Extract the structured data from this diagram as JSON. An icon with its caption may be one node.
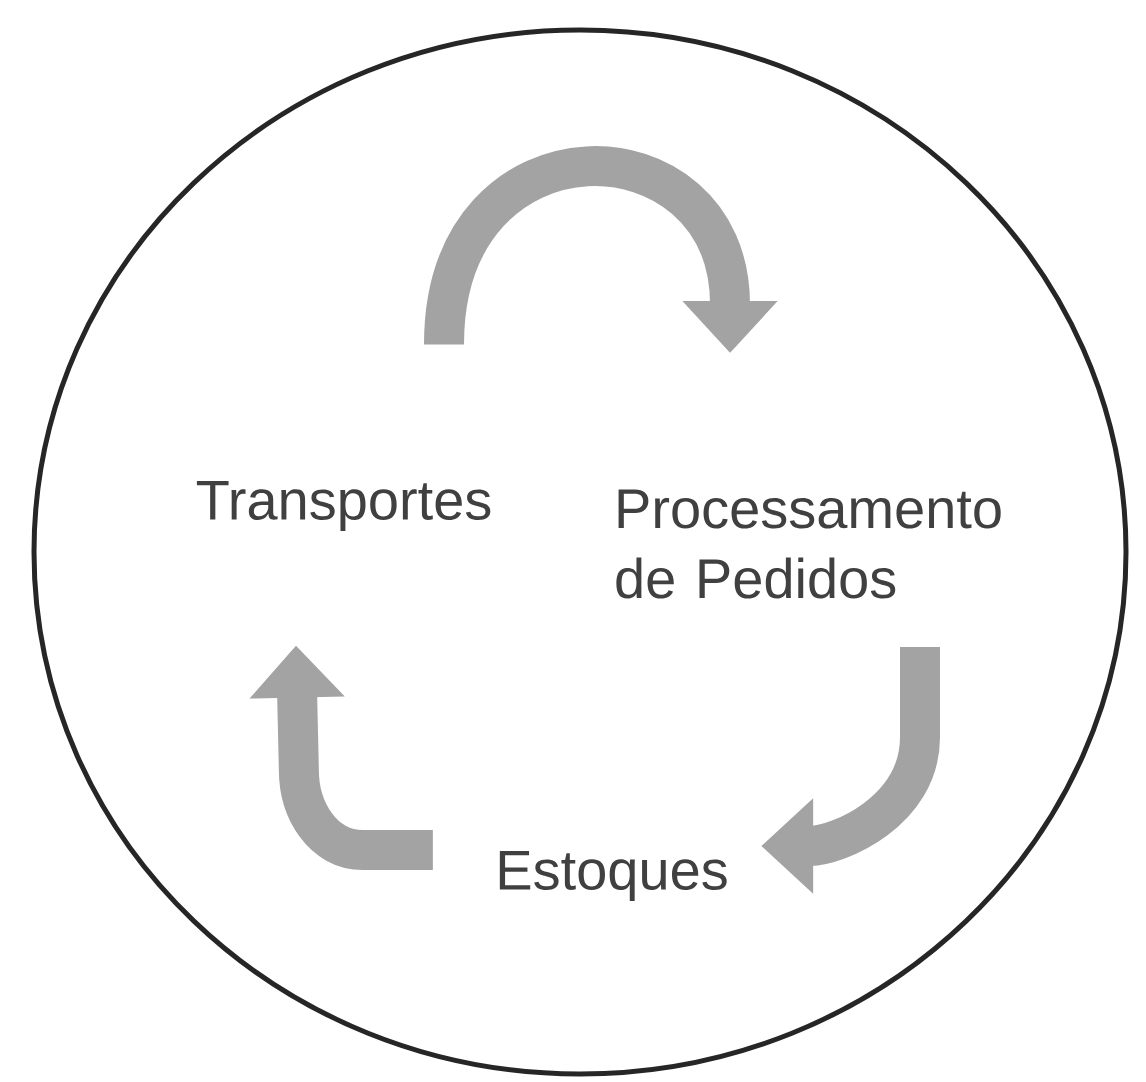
{
  "diagram": {
    "nodes": [
      {
        "text": [],
        "shape": "circle"
      },
      {
        "text": [
          "Transportes"
        ],
        "in": 0
      },
      {
        "text": [
          "Processamento de Pedidos"
        ],
        "in": 0
      },
      {
        "text": [
          "Estoques"
        ],
        "in": 0
      }
    ],
    "edges": [
      {
        "from": 1,
        "to": 2,
        "arrow": "to"
      },
      {
        "from": 2,
        "to": 3,
        "arrow": "to"
      },
      {
        "from": 3,
        "to": 1,
        "arrow": "to"
      }
    ]
  }
}
